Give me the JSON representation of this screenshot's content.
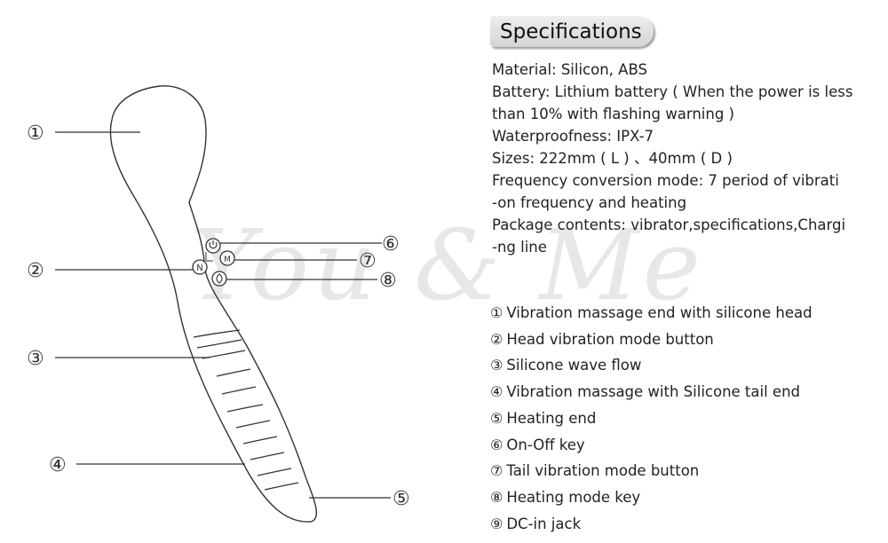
{
  "watermark": "You & Me",
  "specifications": {
    "title": "Specifications",
    "lines": [
      "Material: Silicon, ABS",
      "Battery: Lithium battery ( When the power is less",
      "than 10% with flashing warning )",
      "Waterproofness: IPX-7",
      "Sizes: 222mm ( L ) 、40mm ( D )",
      "Frequency conversion mode: 7 period of vibrati",
      "-on frequency and heating",
      "Package contents: vibrator,specifications,Chargi",
      "-ng line"
    ]
  },
  "callouts": {
    "c1": "①",
    "c2": "②",
    "c3": "③",
    "c4": "④",
    "c5": "⑤",
    "c6": "⑥",
    "c7": "⑦",
    "c8": "⑧"
  },
  "button_icons": {
    "power": "power-icon",
    "head_mode": "N",
    "tail_mode": "M",
    "heat": "flame-icon"
  },
  "legend": [
    {
      "num": "①",
      "text": "Vibration massage end with silicone head"
    },
    {
      "num": "②",
      "text": "Head vibration mode button"
    },
    {
      "num": "③",
      "text": "Silicone wave flow"
    },
    {
      "num": "④",
      "text": "Vibration massage with Silicone tail end"
    },
    {
      "num": "⑤",
      "text": "Heating end"
    },
    {
      "num": "⑥",
      "text": "On-Off  key"
    },
    {
      "num": "⑦",
      "text": "Tail vibration mode button"
    },
    {
      "num": "⑧",
      "text": "Heating mode key"
    },
    {
      "num": "⑨",
      "text": "DC-in jack"
    }
  ]
}
